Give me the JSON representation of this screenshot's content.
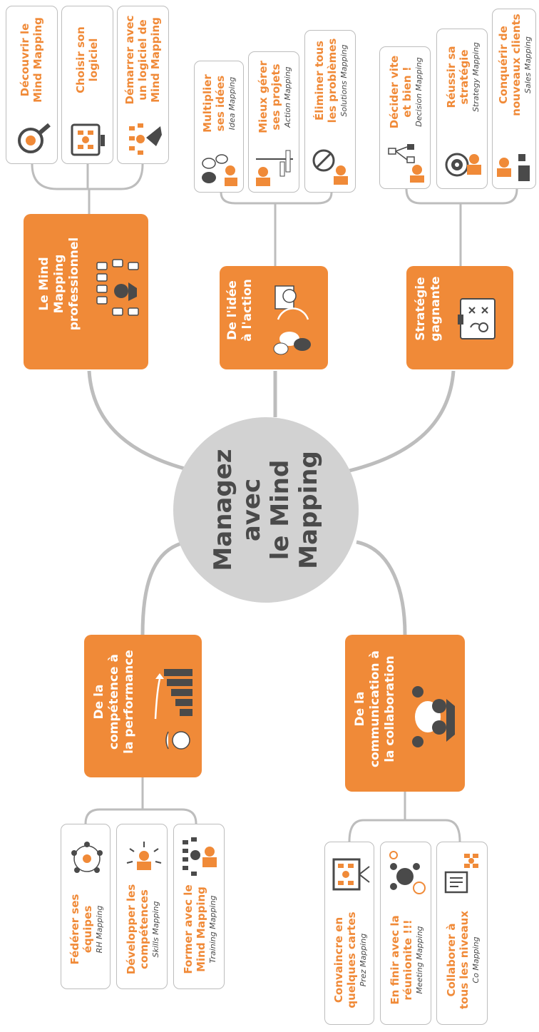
{
  "center": {
    "title_lines": [
      "Managez",
      "avec",
      "le Mind",
      "Mapping"
    ]
  },
  "colors": {
    "accent": "#f08a38",
    "dark": "#4a4a4a",
    "center": "#d2d2d2",
    "lines": "#bdbdbd"
  },
  "branches": [
    {
      "title_lines": [
        "Le Mind",
        "Mapping",
        "professionnel"
      ],
      "icon": "mind-map-person-icon",
      "leaves": [
        {
          "title_lines": [
            "Découvrir le",
            "Mind Mapping"
          ],
          "subtitle": "",
          "icon": "magnifier-map-icon"
        },
        {
          "title_lines": [
            "Choisir son",
            "logiciel"
          ],
          "subtitle": "",
          "icon": "monitor-map-icon"
        },
        {
          "title_lines": [
            "Démarrer avec",
            "un logiciel de",
            "Mind Mapping"
          ],
          "subtitle": "",
          "icon": "hand-click-map-icon"
        }
      ]
    },
    {
      "title_lines": [
        "De l'idée",
        "à l'action"
      ],
      "icon": "ideas-to-actions-icon",
      "leaves": [
        {
          "title_lines": [
            "Multiplier",
            "ses idées"
          ],
          "subtitle": "Idea Mapping",
          "icon": "idea-clouds-icon"
        },
        {
          "title_lines": [
            "Mieux gérer",
            "ses projets"
          ],
          "subtitle": "Action Mapping",
          "icon": "gantt-project-icon"
        },
        {
          "title_lines": [
            "Éliminer tous",
            "les problèmes"
          ],
          "subtitle": "Solutions Mapping",
          "icon": "no-problem-icon"
        }
      ]
    },
    {
      "title_lines": [
        "Stratégie",
        "gagnante"
      ],
      "icon": "strategy-board-icon",
      "leaves": [
        {
          "title_lines": [
            "Décider vite",
            "et bien !"
          ],
          "subtitle": "Decision Mapping",
          "icon": "decision-tree-icon"
        },
        {
          "title_lines": [
            "Réussir sa",
            "stratégie"
          ],
          "subtitle": "Strategy Mapping",
          "icon": "target-icon"
        },
        {
          "title_lines": [
            "Conquérir de",
            "nouveaux clients"
          ],
          "subtitle": "Sales Mapping",
          "icon": "sales-clients-icon"
        }
      ]
    },
    {
      "title_lines": [
        "De la",
        "compétence à",
        "la performance"
      ],
      "icon": "performance-growth-icon",
      "leaves": [
        {
          "title_lines": [
            "Fédérer ses",
            "équipes"
          ],
          "subtitle": "RH Mapping",
          "icon": "team-circle-icon"
        },
        {
          "title_lines": [
            "Développer les",
            "compétences"
          ],
          "subtitle": "Skills Mapping",
          "icon": "skills-spark-icon"
        },
        {
          "title_lines": [
            "Former avec le",
            "Mind Mapping"
          ],
          "subtitle": "Training Mapping",
          "icon": "training-map-icon"
        }
      ]
    },
    {
      "title_lines": [
        "De la",
        "communication à",
        "la collaboration"
      ],
      "icon": "group-collaboration-icon",
      "leaves": [
        {
          "title_lines": [
            "Convaincre en",
            "quelques cartes"
          ],
          "subtitle": "Prez Mapping",
          "icon": "presentation-board-icon"
        },
        {
          "title_lines": [
            "En finir avec la",
            "réunionite !!!"
          ],
          "subtitle": "Meeting Mapping",
          "icon": "meeting-table-icon"
        },
        {
          "title_lines": [
            "Collaborer à",
            "tous les niveaux"
          ],
          "subtitle": "Co Mapping",
          "icon": "co-mapping-icon"
        }
      ]
    }
  ]
}
